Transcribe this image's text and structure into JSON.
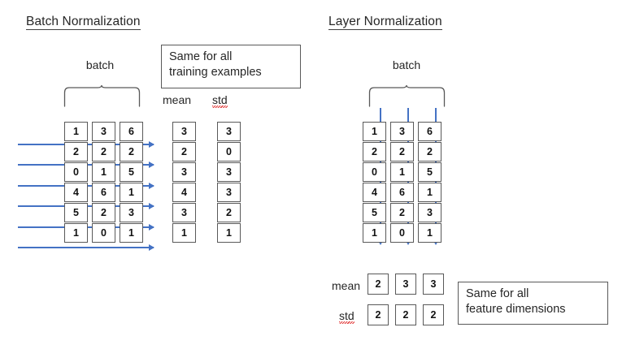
{
  "page": {
    "background": "#ffffff",
    "accent_blue": "#4472c4",
    "border_gray": "#595959"
  },
  "batch_norm": {
    "title": "Batch Normalization",
    "batch_label": "batch",
    "callout": {
      "line1": "Same for all",
      "line2": "training examples"
    },
    "mean_label": "mean",
    "std_label": "std",
    "matrix": {
      "columns": [
        [
          1,
          2,
          0,
          4,
          5,
          1
        ],
        [
          3,
          2,
          1,
          6,
          2,
          0
        ],
        [
          6,
          2,
          5,
          1,
          3,
          1
        ]
      ]
    },
    "mean_column": [
      3,
      2,
      3,
      4,
      3,
      1
    ],
    "std_column": [
      3,
      0,
      3,
      3,
      2,
      1
    ],
    "arrow_direction": "horizontal-right",
    "arrow_count": 6
  },
  "layer_norm": {
    "title": "Layer Normalization",
    "batch_label": "batch",
    "callout": {
      "line1": "Same for all",
      "line2": "feature dimensions"
    },
    "mean_label": "mean",
    "std_label": "std",
    "matrix": {
      "columns": [
        [
          1,
          2,
          0,
          4,
          5,
          1
        ],
        [
          3,
          2,
          1,
          6,
          2,
          0
        ],
        [
          6,
          2,
          5,
          1,
          3,
          1
        ]
      ]
    },
    "mean_row": [
      2,
      3,
      3
    ],
    "std_row": [
      2,
      2,
      2
    ],
    "arrow_direction": "vertical-down",
    "arrow_count": 3
  }
}
